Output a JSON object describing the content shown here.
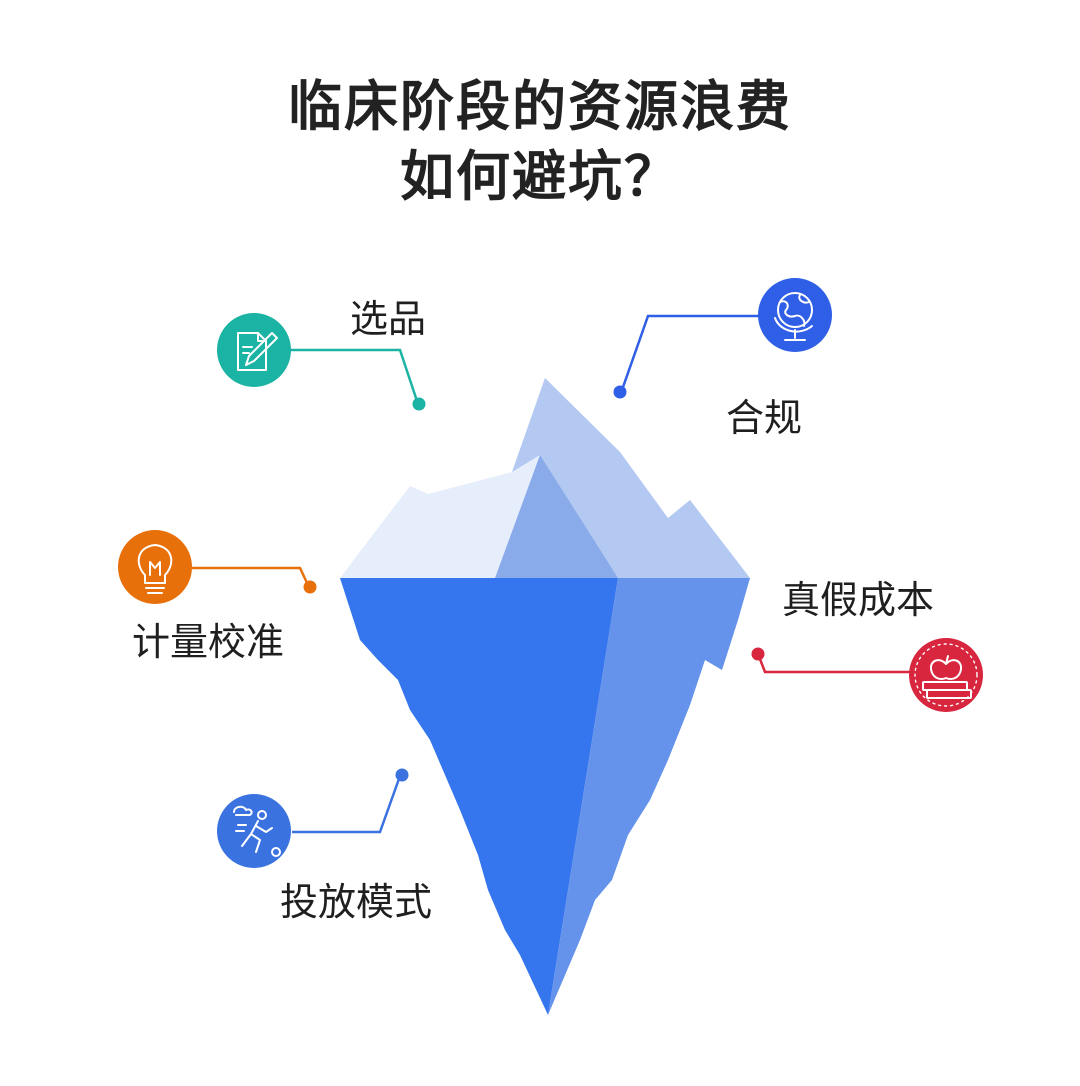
{
  "title": {
    "line1": "临床阶段的资源浪费",
    "line2": "如何避坑？"
  },
  "items": [
    {
      "label": "选品",
      "icon": "document-pencil-icon",
      "color": "#1bb3a3"
    },
    {
      "label": "合规",
      "icon": "globe-icon",
      "color": "#2f5fe6"
    },
    {
      "label": "计量校准",
      "icon": "lightbulb-icon",
      "color": "#e8700a"
    },
    {
      "label": "真假成本",
      "icon": "apple-books-icon",
      "color": "#d7263d"
    },
    {
      "label": "投放模式",
      "icon": "running-person-icon",
      "color": "#3a72e0"
    }
  ],
  "iceberg": {
    "top_light": "#e6eefb",
    "top_mid": "#b4c9f2",
    "top_inner": "#8aabea",
    "bottom_main": "#3575ee",
    "bottom_side": "#6592ea"
  }
}
